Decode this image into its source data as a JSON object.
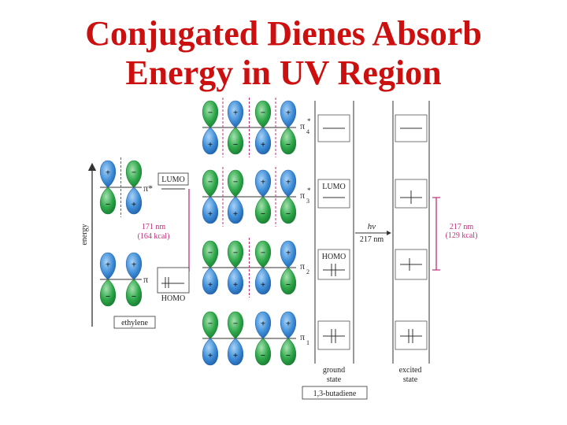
{
  "title": {
    "line1": "Conjugated Dienes Absorb",
    "line2": "Energy in UV Region"
  },
  "colors": {
    "title": "#cc1010",
    "lobe_blue": "#3f8ed8",
    "lobe_green": "#2ea84a",
    "accent_magenta": "#c0307a",
    "node_line": "#c0307a"
  },
  "ethylene": {
    "energy_label": "energy",
    "pi_star_label": "π*",
    "pi_label": "π",
    "lumo_label": "LUMO",
    "homo_label": "HOMO",
    "transition_nm": "171 nm",
    "transition_kcal": "(164 kcal)",
    "name": "ethylene",
    "pi_star_top_signs": [
      "+",
      "−"
    ],
    "pi_star_bottom_signs": [
      "−",
      "+"
    ],
    "pi_top_signs": [
      "+",
      "+"
    ],
    "pi_bottom_signs": [
      "−",
      "−"
    ]
  },
  "butadiene": {
    "name": "1,3-butadiene",
    "orbitals": [
      {
        "label": "π",
        "sub": "4",
        "sup": "*",
        "top_signs": [
          "−",
          "+",
          "−",
          "+"
        ],
        "bottom_signs": [
          "+",
          "−",
          "+",
          "−"
        ]
      },
      {
        "label": "π",
        "sub": "3",
        "sup": "*",
        "top_signs": [
          "−",
          "−",
          "+",
          "+"
        ],
        "bottom_signs": [
          "+",
          "+",
          "−",
          "−"
        ]
      },
      {
        "label": "π",
        "sub": "2",
        "sup": "",
        "top_signs": [
          "−",
          "−",
          "−",
          "+"
        ],
        "bottom_signs": [
          "+",
          "+",
          "+",
          "−"
        ]
      },
      {
        "label": "π",
        "sub": "1",
        "sup": "",
        "top_signs": [
          "−",
          "−",
          "+",
          "+"
        ],
        "bottom_signs": [
          "+",
          "+",
          "−",
          "−"
        ]
      }
    ],
    "lumo_label": "LUMO",
    "homo_label": "HOMO",
    "ground_state_label_1": "ground",
    "ground_state_label_2": "state",
    "excited_state_label_1": "excited",
    "excited_state_label_2": "state",
    "hv_label": "hν",
    "hv_nm": "217 nm",
    "transition_nm": "217 nm",
    "transition_kcal": "(129 kcal)"
  }
}
